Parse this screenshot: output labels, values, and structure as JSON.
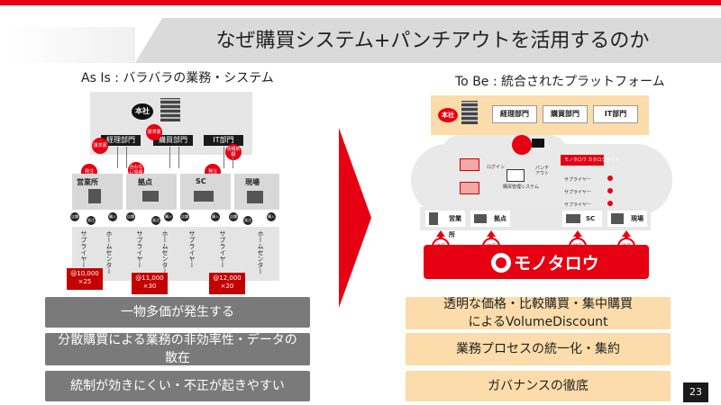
{
  "title": "なぜ購買システム+パンチアウトを活用するのか",
  "page_number": "23",
  "colors": {
    "accent": "#e60012",
    "peach": "#fbdcaa",
    "grey": "#7a7a7a",
    "light": "#e6e6e6"
  },
  "left": {
    "label": "As Is : バラバラの業務・システム",
    "hq": "本社",
    "departments": [
      "経理部門",
      "購買部門",
      "IT部門"
    ],
    "red_circles": [
      "請求書",
      "請求書",
      "見積依頼",
      "発注",
      "合わない見積",
      "発注"
    ],
    "sites": [
      "営業所",
      "拠点",
      "SC",
      "現場"
    ],
    "vendors": [
      "サプライヤー",
      "ホームセンター",
      "サプライヤー",
      "ホームセンター",
      "サプライヤー",
      "サプライヤー",
      "ホームセンター"
    ],
    "mini_labels": [
      "店舗",
      "発注",
      "購入",
      "店舗",
      "発注",
      "購入",
      "店舗",
      "購入",
      "店舗",
      "発注",
      "購入"
    ],
    "prices": [
      {
        "price": "@10,000",
        "qty": "×25"
      },
      {
        "price": "@11,000",
        "qty": "×30"
      },
      {
        "price": "@12,000",
        "qty": "×20"
      }
    ]
  },
  "right": {
    "label": "To Be : 統合されたプラットフォーム",
    "hq": "本社",
    "departments": [
      "経理部門",
      "購買部門",
      "IT部門"
    ],
    "cloud_labels": [
      "ログイン",
      "購買管理システム",
      "パンチアウト",
      "モノタロウ カタログサイト",
      "サプライヤー",
      "サプライヤー",
      "サプライヤー"
    ],
    "sites": [
      "営業所",
      "拠点",
      "SC",
      "現場"
    ],
    "deliveries": [
      "納品",
      "納品",
      "納品",
      "納品"
    ],
    "brand": "モノタロウ"
  },
  "issues": [
    "一物多価が発生する",
    "分散購買による業務の非効率性・データの散在",
    "統制が効きにくい・不正が起きやすい"
  ],
  "benefits": [
    "透明な価格・比較購買・集中購買によるVolumeDiscount",
    "業務プロセスの統一化・集約",
    "ガバナンスの徹底"
  ]
}
